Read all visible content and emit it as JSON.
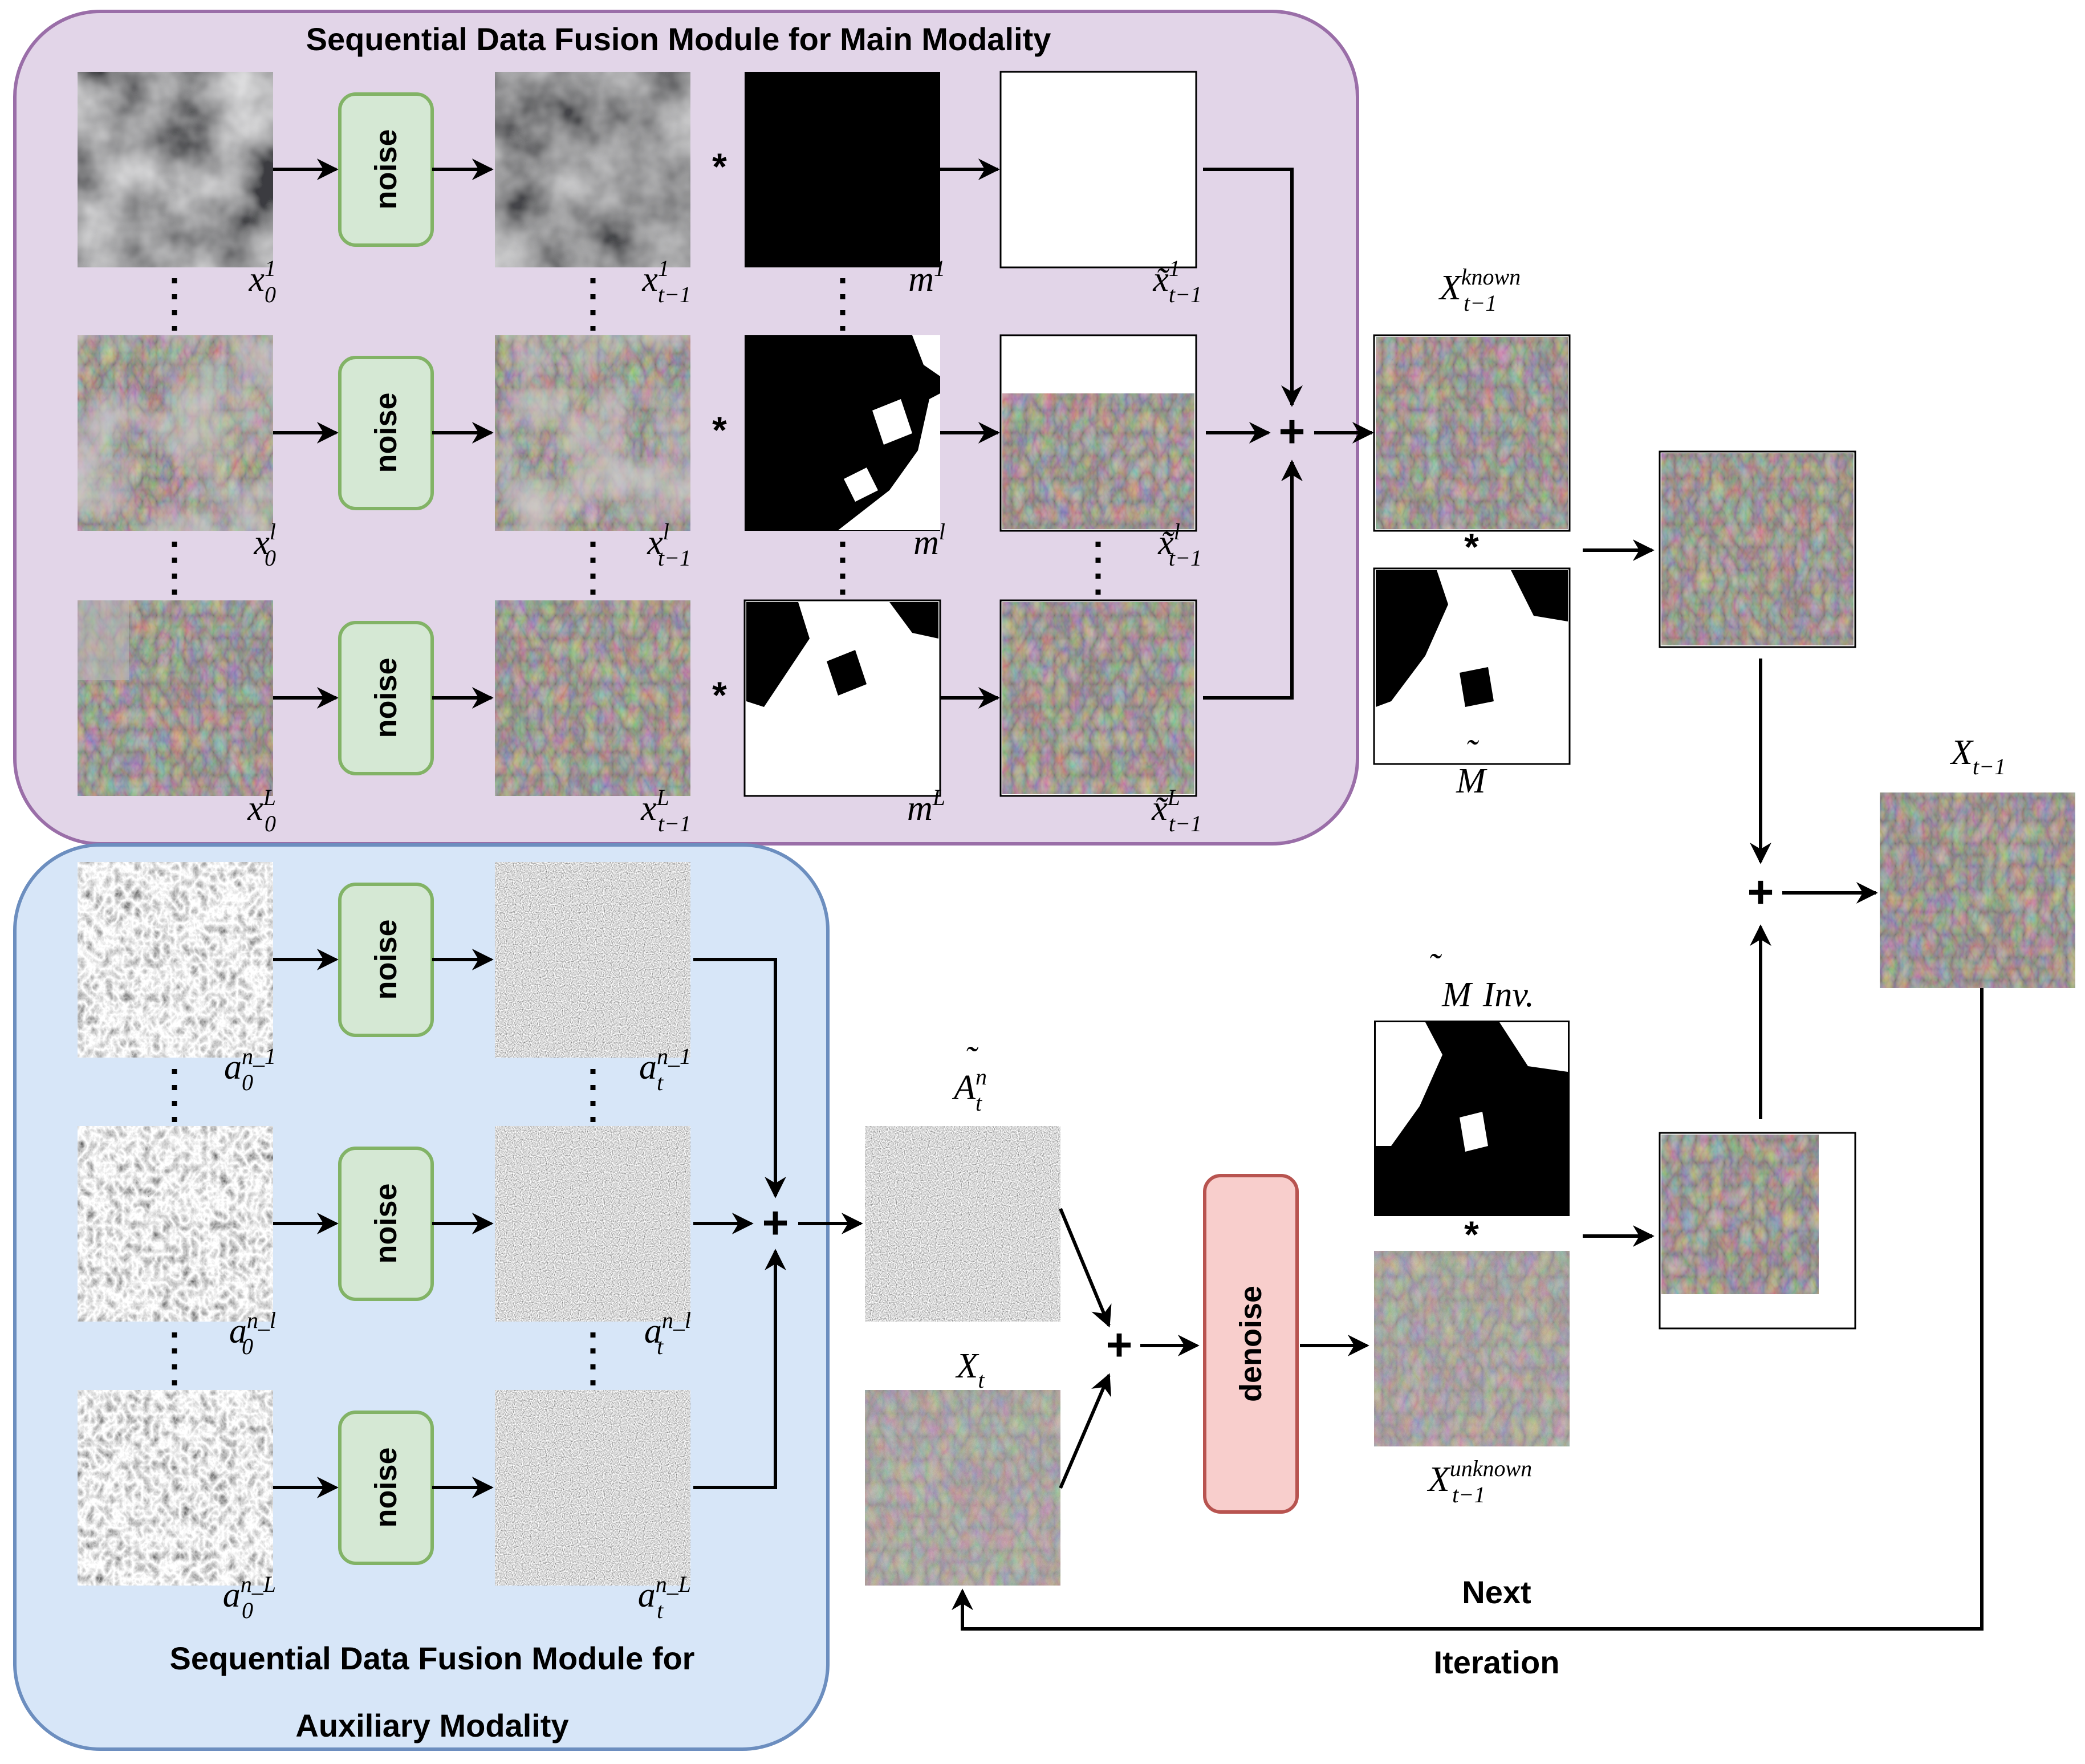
{
  "modules": {
    "main_title": "Sequential Data Fusion Module for Main Modality",
    "aux_title_line1": "Sequential Data Fusion Module for",
    "aux_title_line2": "Auxiliary Modality"
  },
  "ops": {
    "noise": "noise",
    "denoise": "denoise",
    "mult": "*",
    "plus": "+"
  },
  "labels": {
    "x0_1": {
      "base": "x",
      "sup": "1",
      "sub": "0"
    },
    "xt_1": {
      "base": "x",
      "sup": "1",
      "sub": "t−1"
    },
    "m_1": {
      "base": "m",
      "sup": "1",
      "sub": ""
    },
    "xtilde_1": {
      "base": "x̃",
      "sup": "1",
      "sub": "t−1"
    },
    "x0_l": {
      "base": "x",
      "sup": "l",
      "sub": "0"
    },
    "xt_l": {
      "base": "x",
      "sup": "l",
      "sub": "t−1"
    },
    "m_l": {
      "base": "m",
      "sup": "l",
      "sub": ""
    },
    "xtilde_l": {
      "base": "x̃",
      "sup": "l",
      "sub": "t−1"
    },
    "x0_L": {
      "base": "x",
      "sup": "L",
      "sub": "0"
    },
    "xt_L": {
      "base": "x",
      "sup": "L",
      "sub": "t−1"
    },
    "m_L": {
      "base": "m",
      "sup": "L",
      "sub": ""
    },
    "xtilde_L": {
      "base": "x̃",
      "sup": "L",
      "sub": "t−1"
    },
    "a0_1": {
      "base": "a",
      "sup": "n_1",
      "sub": "0"
    },
    "at_1": {
      "base": "a",
      "sup": "n_1",
      "sub": "t"
    },
    "a0_l": {
      "base": "a",
      "sup": "n_l",
      "sub": "0"
    },
    "at_l": {
      "base": "a",
      "sup": "n_l",
      "sub": "t"
    },
    "a0_L": {
      "base": "a",
      "sup": "n_L",
      "sub": "0"
    },
    "at_L": {
      "base": "a",
      "sup": "n_L",
      "sub": "t"
    },
    "X_known": {
      "base": "X",
      "sup": "known",
      "sub": "t−1"
    },
    "M_tilde": {
      "base": "M",
      "sup": "",
      "sub": ""
    },
    "A_tilde": {
      "base": "A",
      "sup": "n",
      "sub": "t"
    },
    "X_t": {
      "base": "X",
      "sup": "",
      "sub": "t"
    },
    "M_inv": {
      "base": "M",
      "sup": "",
      "sub": "",
      "suffix": "Inv."
    },
    "X_unknown": {
      "base": "X",
      "sup": "unknown",
      "sub": "t−1"
    },
    "X_out": {
      "base": "X",
      "sup": "",
      "sub": "t−1"
    }
  },
  "loop": {
    "next": "Next",
    "iteration": "Iteration"
  },
  "colors": {
    "main_module_fill": "#e2d5e8",
    "main_module_stroke": "#9a6ea8",
    "aux_module_fill": "#d7e6f8",
    "aux_module_stroke": "#6c8ebf",
    "noise_fill": "#d5e8d4",
    "noise_stroke": "#82b366",
    "denoise_fill": "#f8cecc",
    "denoise_stroke": "#b85450"
  }
}
